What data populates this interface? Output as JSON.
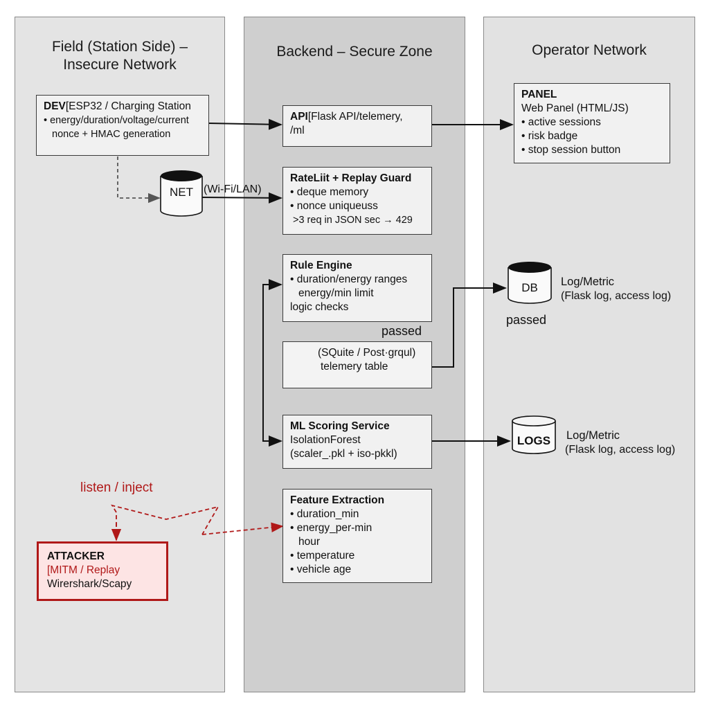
{
  "zones": {
    "field": {
      "title_line1": "Field (Station Side) –",
      "title_line2": "Insecure Network"
    },
    "backend": {
      "title": "Backend – Secure Zone"
    },
    "operator": {
      "title": "Operator Network"
    }
  },
  "dev": {
    "title": "DEV",
    "subtitle": "[ESP32 / Charging Station",
    "line1": "• energy/duration/voltage/current",
    "line2": "nonce + HMAC generation"
  },
  "net": {
    "label": "NET",
    "link_label": "(Wi-Fi/LAN)"
  },
  "api": {
    "title": "API",
    "line1": "[Flask API/telemery,",
    "line2": "/ml"
  },
  "ratelimit": {
    "title": "RateLiit + Replay Guard",
    "line1": "• deque memory",
    "line2": "• nonce uniqueuss",
    "line3": ">3 req in JSON sec → 429"
  },
  "rule_engine": {
    "title": "Rule Engine",
    "line1": "• duration/energy ranges",
    "line2": "energy/min limit",
    "line3": "logic checks"
  },
  "passed_label_1": "passed",
  "storage": {
    "line1": "(SQuite / Post·grqul)",
    "line2": "telemery table"
  },
  "ml": {
    "title": "ML Scoring Service",
    "line1": "IsolationForest",
    "line2": "(scaler_.pkl + iso-pkkl)"
  },
  "feature": {
    "title": "Feature Extraction",
    "line1": "• duration_min",
    "line2": "• energy_per-min",
    "line3": "hour",
    "line4": "• temperature",
    "line5": "• vehicle age"
  },
  "panel": {
    "title": "PANEL",
    "line0": "Web Panel (HTML/JS)",
    "line1": "• active sessions",
    "line2": "• risk badge",
    "line3": "• stop session button"
  },
  "db": {
    "label": "DB",
    "desc1": "Log/Metric",
    "desc2": "(Flask log, access log)",
    "passed": "passed"
  },
  "logs": {
    "label": "LOGS",
    "desc1": "Log/Metric",
    "desc2": "(Flask log, access log)"
  },
  "attacker": {
    "title": "ATTACKER",
    "line1": "[MITM / Replay",
    "line2": "Wirershark/Scapy",
    "action": "listen / inject"
  },
  "colors": {
    "attack": "#b01818",
    "zone_field": "#e4e4e4",
    "zone_backend": "#cfcfcf",
    "zone_operator": "#e2e2e2"
  }
}
